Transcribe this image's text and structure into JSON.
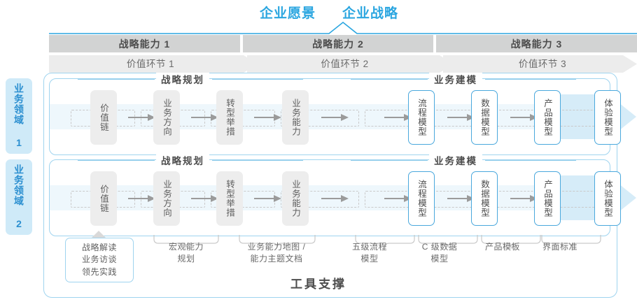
{
  "header": {
    "vision_title": "企业愿景",
    "strategy_title": "企业战略"
  },
  "capability_bars": [
    {
      "label": "战略能力 1"
    },
    {
      "label": "战略能力 2"
    },
    {
      "label": "战略能力 3"
    }
  ],
  "value_chain_bars": [
    {
      "label": "价值环节 1"
    },
    {
      "label": "价值环节 2"
    },
    {
      "label": "价值环节 3"
    }
  ],
  "domains": [
    {
      "label": "业务领域 1"
    },
    {
      "label": "业务领域 2"
    }
  ],
  "sections": {
    "planning": "战略规划",
    "modeling": "业务建模"
  },
  "rows": [
    {
      "planning_nodes": [
        {
          "label": "价值链"
        },
        {
          "label": "业务方向"
        },
        {
          "label": "转型举措"
        },
        {
          "label": "业务能力"
        }
      ],
      "modeling_nodes": [
        {
          "label": "流程模型"
        },
        {
          "label": "数据模型"
        },
        {
          "label": "产品模型"
        },
        {
          "label": "体验模型"
        }
      ]
    },
    {
      "planning_nodes": [
        {
          "label": "价值链"
        },
        {
          "label": "业务方向"
        },
        {
          "label": "转型举措"
        },
        {
          "label": "业务能力"
        }
      ],
      "modeling_nodes": [
        {
          "label": "流程模型"
        },
        {
          "label": "数据模型"
        },
        {
          "label": "产品模型"
        },
        {
          "label": "体验模型"
        }
      ]
    }
  ],
  "tool_labels": [
    {
      "line1": "战略解读",
      "line2": "业务访谈",
      "line3": "领先实践"
    },
    {
      "line1": "宏观能力",
      "line2": "规划"
    },
    {
      "line1": "业务能力地图 /",
      "line2": "能力主题文档"
    },
    {
      "line1": "五级流程",
      "line2": "模型"
    },
    {
      "line1": "C 级数据",
      "line2": "模型"
    },
    {
      "line1": "产品模板"
    },
    {
      "line1": "界面标准"
    }
  ],
  "footer": {
    "support_title": "工具支撑"
  },
  "colors": {
    "accent_blue": "#2ba6e0",
    "border_blue": "#9fd4ef",
    "band_blue": "#eef7fc",
    "arrow_blue": "#d6ecf8",
    "bar_gray": "#d2d3d3",
    "node_gray": "#ededed",
    "text_gray": "#4d4d4d"
  }
}
